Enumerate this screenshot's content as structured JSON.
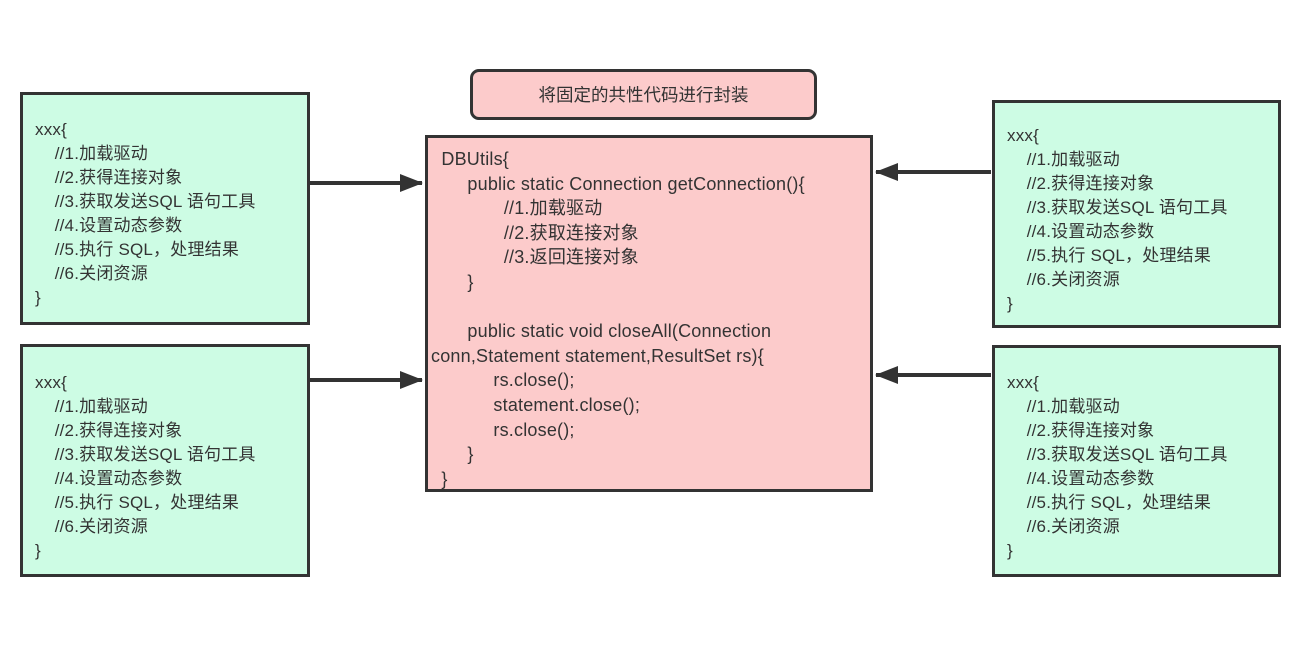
{
  "colors": {
    "background": "#FFFFFF",
    "green_box_fill": "#CDFCE4",
    "pink_box_fill": "#FCCBCB",
    "box_border": "#333333",
    "arrow": "#333333",
    "text": "#333333"
  },
  "title_box": {
    "label": "将固定的共性代码进行封装"
  },
  "center_box": {
    "name": "DBUtils",
    "lines": [
      "  DBUtils{",
      "       public static Connection getConnection(){",
      "              //1.加载驱动",
      "              //2.获取连接对象",
      "              //3.返回连接对象",
      "       }",
      "",
      "       public static void closeAll(Connection",
      "conn,Statement statement,ResultSet rs){",
      "            rs.close();",
      "            statement.close();",
      "            rs.close();",
      "       }",
      "  }"
    ]
  },
  "client_boxes": [
    {
      "position": "top-left",
      "lines": [
        "xxx{",
        "    //1.加载驱动",
        "    //2.获得连接对象",
        "    //3.获取发送SQL 语句工具",
        "    //4.设置动态参数",
        "    //5.执行 SQL，处理结果",
        "    //6.关闭资源",
        "}"
      ]
    },
    {
      "position": "bottom-left",
      "lines": [
        "xxx{",
        "    //1.加载驱动",
        "    //2.获得连接对象",
        "    //3.获取发送SQL 语句工具",
        "    //4.设置动态参数",
        "    //5.执行 SQL，处理结果",
        "    //6.关闭资源",
        "}"
      ]
    },
    {
      "position": "top-right",
      "lines": [
        "xxx{",
        "    //1.加载驱动",
        "    //2.获得连接对象",
        "    //3.获取发送SQL 语句工具",
        "    //4.设置动态参数",
        "    //5.执行 SQL，处理结果",
        "    //6.关闭资源",
        "}"
      ]
    },
    {
      "position": "bottom-right",
      "lines": [
        "xxx{",
        "    //1.加载驱动",
        "    //2.获得连接对象",
        "    //3.获取发送SQL 语句工具",
        "    //4.设置动态参数",
        "    //5.执行 SQL，处理结果",
        "    //6.关闭资源",
        "}"
      ]
    }
  ]
}
